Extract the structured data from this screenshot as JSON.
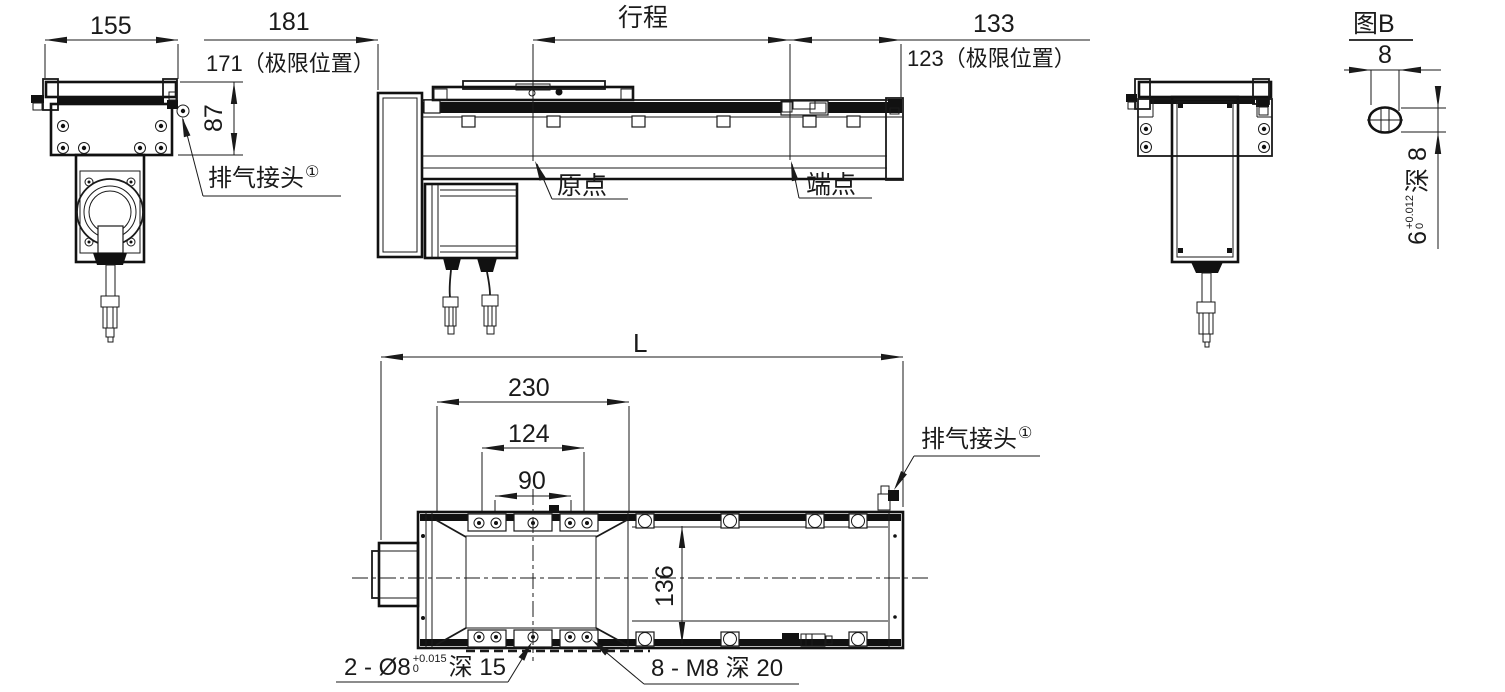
{
  "drawing": {
    "background": "#ffffff",
    "line_color": "#1a1a1a",
    "front_view": {
      "dim155": "155",
      "dim181": "181",
      "stroke_label": "行程",
      "dim133": "133",
      "limit_left": "171（极限位置）",
      "limit_right": "123（极限位置）",
      "dim87": "87",
      "exhaust_label": "排气接头",
      "exhaust_sup": "①",
      "origin_label": "原点",
      "endpoint_label": "端点"
    },
    "plan_view": {
      "dimL": "L",
      "dim230": "230",
      "dim124": "124",
      "dim90": "90",
      "dim136": "136",
      "exhaust_label": "排气接头",
      "exhaust_sup": "①",
      "dowel_prefix": "2 - Ø8",
      "dowel_tol_up": "+0.015",
      "dowel_tol_dn": "0",
      "dowel_suffix": "深 15",
      "thread_note": "8 - M8 深 20"
    },
    "detail_b": {
      "title": "图B",
      "dim8": "8",
      "slot_width": "6",
      "slot_tol_up": "+0.012",
      "slot_tol_dn": "0",
      "slot_depth": "深 8"
    }
  }
}
